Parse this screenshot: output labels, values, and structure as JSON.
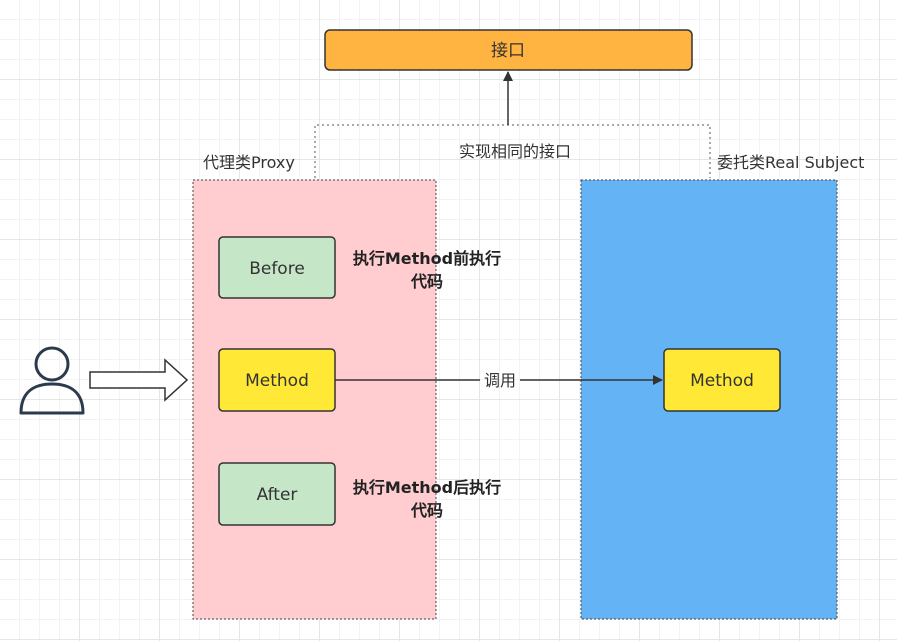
{
  "interface_box": {
    "label": "接口",
    "fill": "#ffb340"
  },
  "implement_label": "实现相同的接口",
  "proxy": {
    "title": "代理类Proxy",
    "fill": "#ffccd0",
    "before_label": "Before",
    "method_label": "Method",
    "after_label": "After",
    "before_note": [
      "执行Method前执行",
      "代码"
    ],
    "after_note": [
      "执行Method后执行",
      "代码"
    ]
  },
  "real_subject": {
    "title": "委托类Real Subject",
    "fill": "#64b4f5",
    "method_label": "Method"
  },
  "call_label": "调用",
  "colors": {
    "step_fill": "#c6e6c8",
    "method_fill": "#ffe936",
    "stroke": "#333333"
  },
  "client_icon": "user-icon"
}
